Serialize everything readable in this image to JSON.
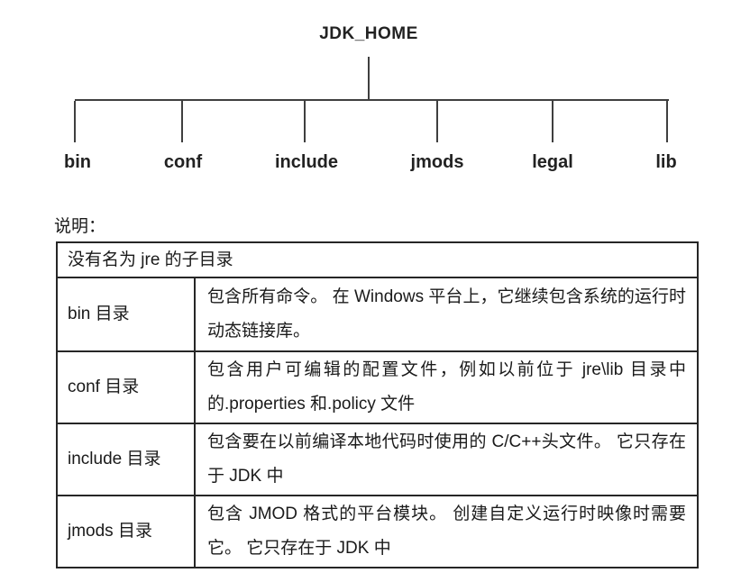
{
  "tree": {
    "root": "JDK_HOME",
    "children": [
      {
        "label": "bin"
      },
      {
        "label": "conf"
      },
      {
        "label": "include"
      },
      {
        "label": "jmods"
      },
      {
        "label": "legal"
      },
      {
        "label": "lib"
      }
    ]
  },
  "note": {
    "label": "说明："
  },
  "table": {
    "spanning_row": "没有名为 jre 的子目录",
    "rows": [
      {
        "dir": "bin 目录",
        "desc": "包含所有命令。 在 Windows 平台上，它继续包含系统的运行时动态链接库。"
      },
      {
        "dir": "conf 目录",
        "desc": "包含用户可编辑的配置文件，例如以前位于 jre\\lib 目录中的.properties 和.policy 文件"
      },
      {
        "dir": "include 目录",
        "desc": "包含要在以前编译本地代码时使用的 C/C++头文件。 它只存在于 JDK 中"
      },
      {
        "dir": "jmods 目录",
        "desc": "包含 JMOD 格式的平台模块。 创建自定义运行时映像时需要它。 它只存在于 JDK 中"
      }
    ]
  },
  "colors": {
    "line": "#3f3f3f",
    "text": "#1a1a1a",
    "border": "#262626",
    "background": "#ffffff"
  }
}
